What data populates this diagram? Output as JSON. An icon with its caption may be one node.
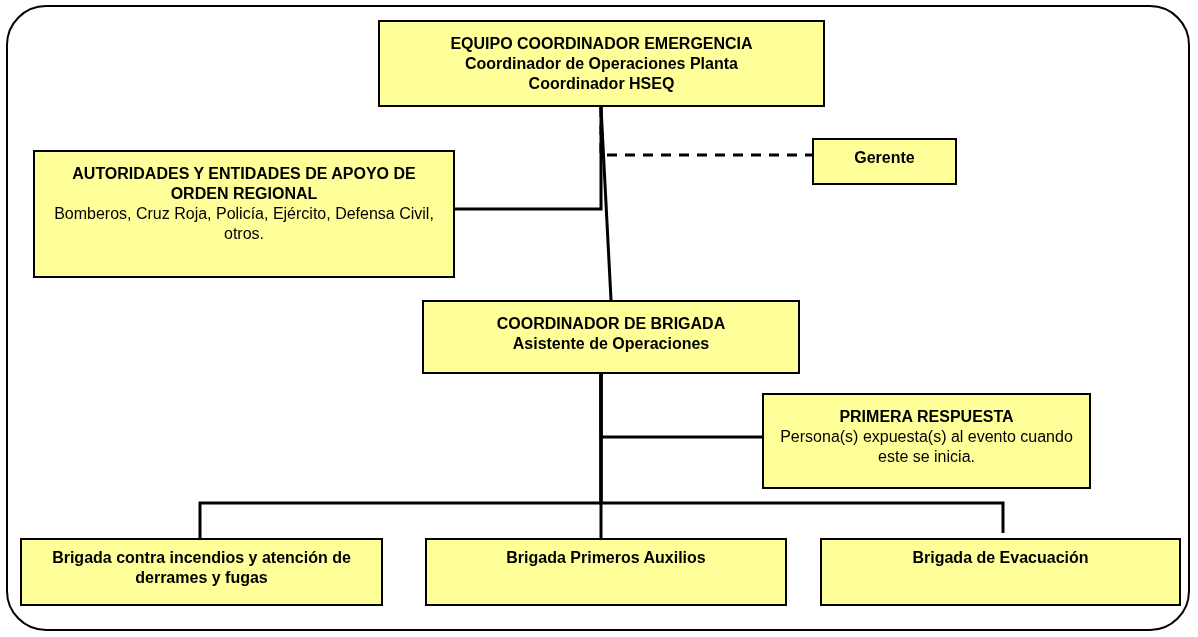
{
  "diagram": {
    "nodes": [
      {
        "text": [
          "EQUIPO COORDINADOR EMERGENCIA",
          "Coordinador de Operaciones Planta",
          "Coordinador HSEQ"
        ]
      },
      {
        "text": [
          "Gerente"
        ]
      },
      {
        "text": [
          "AUTORIDADES Y ENTIDADES DE APOYO DE ORDEN REGIONAL",
          "Bomberos, Cruz Roja, Policía, Ejército, Defensa Civil, otros."
        ]
      },
      {
        "text": [
          "COORDINADOR DE BRIGADA",
          "Asistente de Operaciones"
        ]
      },
      {
        "text": [
          "PRIMERA RESPUESTA",
          "Persona(s) expuesta(s) al evento cuando este se inicia."
        ]
      },
      {
        "text": [
          "Brigada contra incendios y atención de derrames y fugas"
        ]
      },
      {
        "text": [
          "Brigada Primeros Auxilios"
        ]
      },
      {
        "text": [
          "Brigada de Evacuación"
        ]
      }
    ],
    "edges": [
      {
        "from": 0,
        "to": 3,
        "arrow": "none"
      },
      {
        "from": 0,
        "to": 1,
        "arrow": "none",
        "style": "dashed"
      },
      {
        "from": 0,
        "to": 2,
        "arrow": "none"
      },
      {
        "from": 3,
        "to": 4,
        "arrow": "none"
      },
      {
        "from": 3,
        "to": 5,
        "arrow": "none"
      },
      {
        "from": 3,
        "to": 6,
        "arrow": "none"
      },
      {
        "from": 3,
        "to": 7,
        "arrow": "none"
      }
    ]
  }
}
